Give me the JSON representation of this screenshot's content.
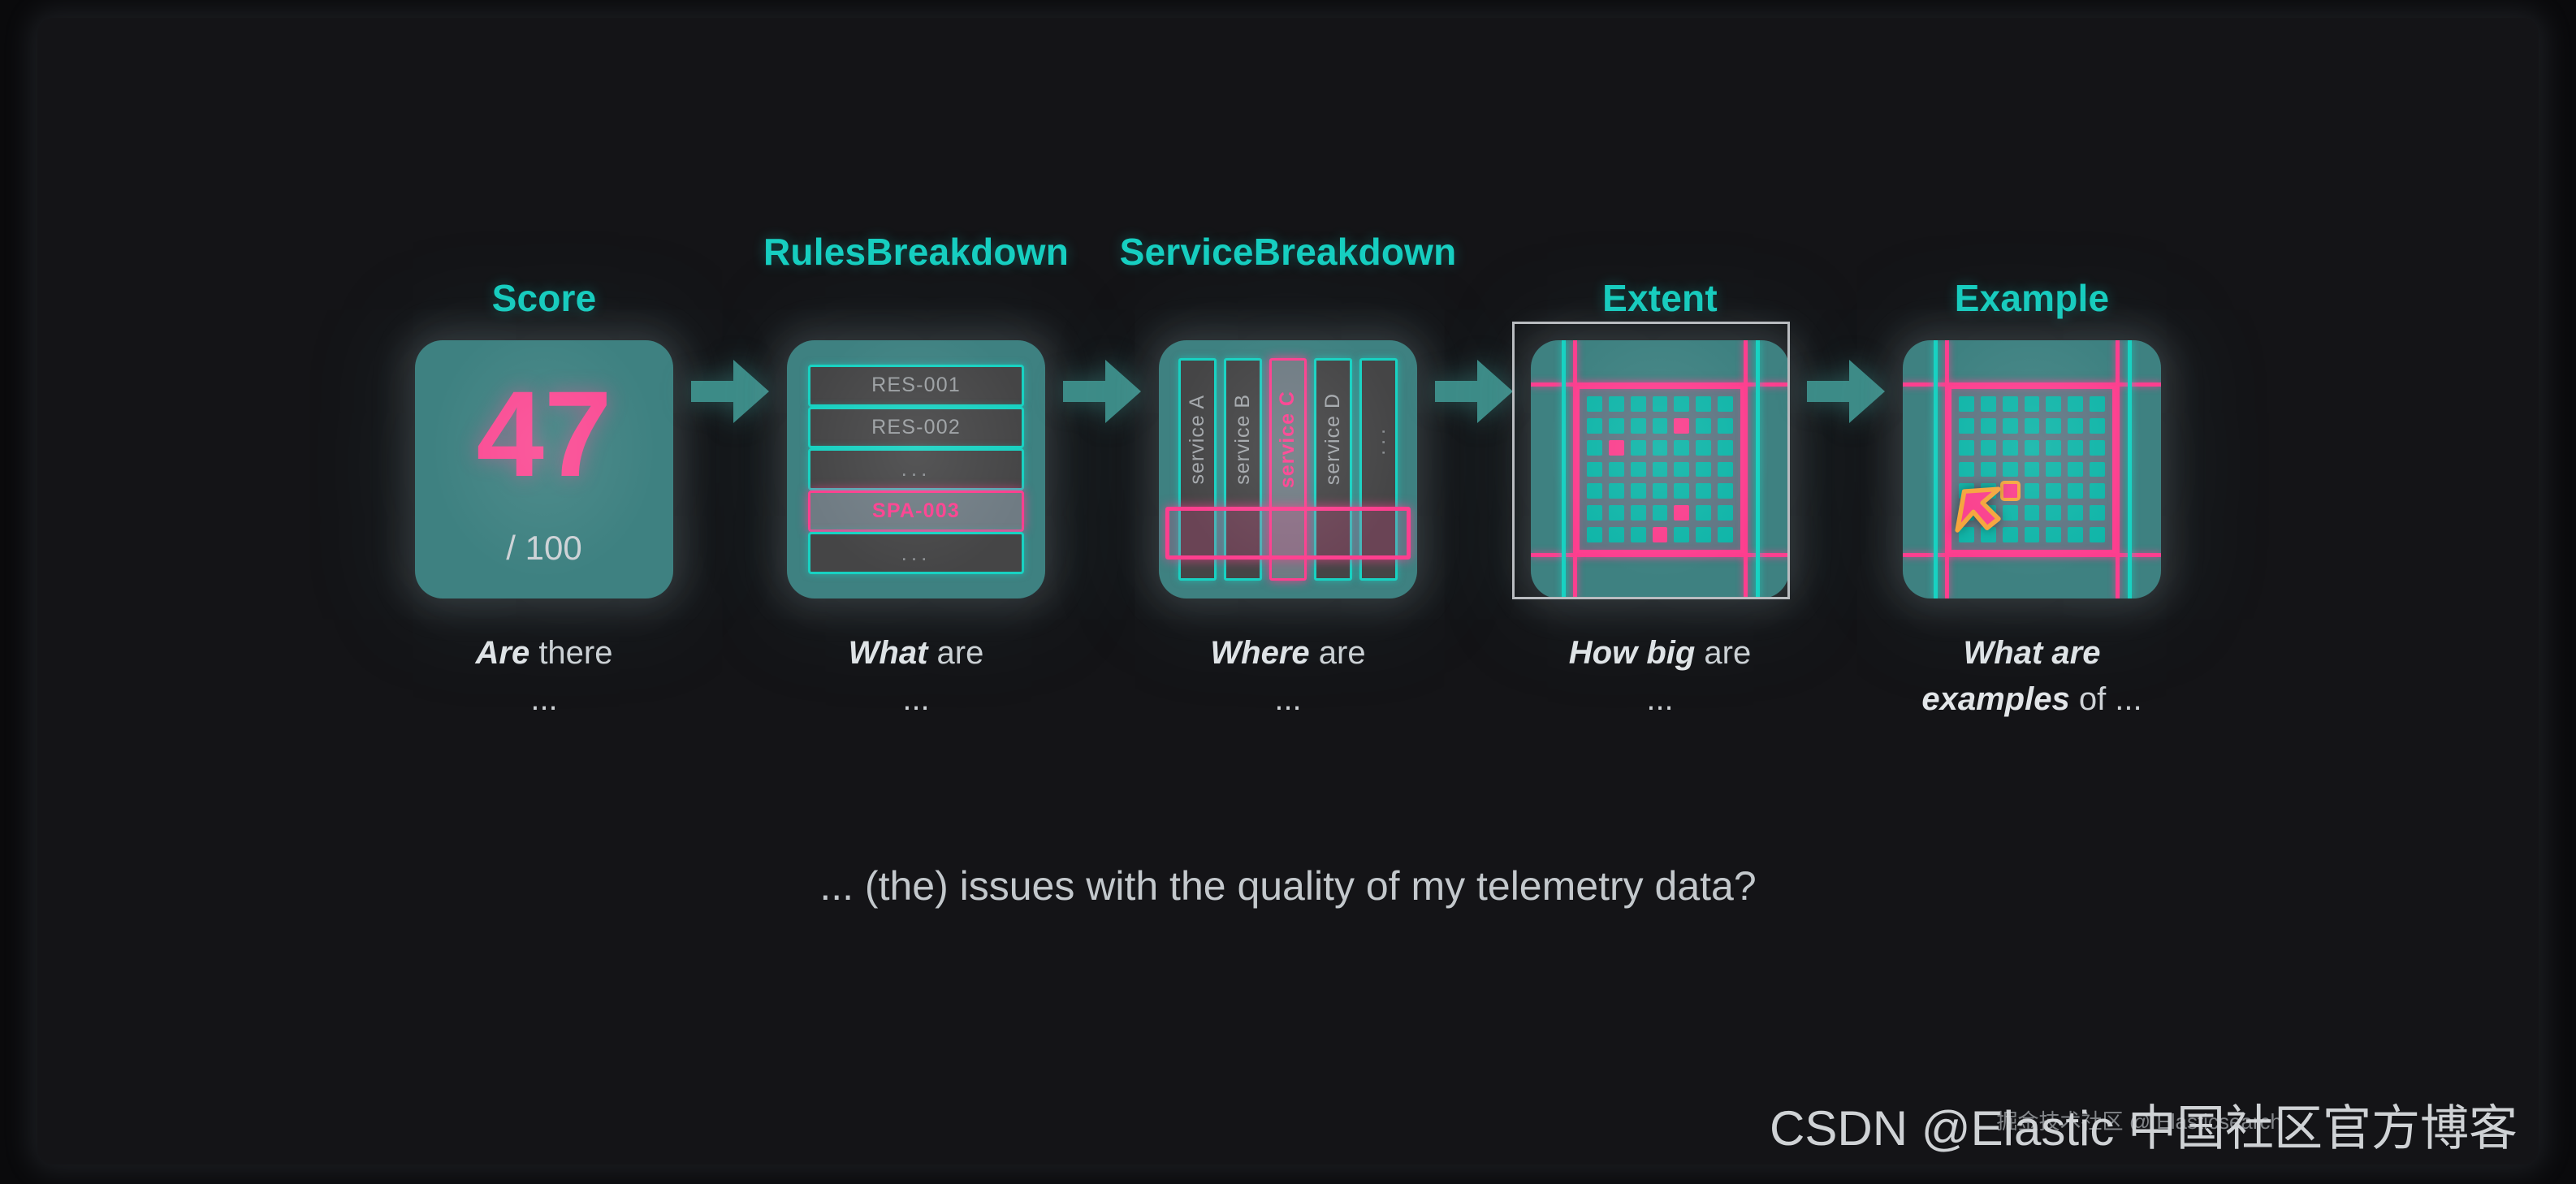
{
  "steps": [
    {
      "title": "Score",
      "title_lines": [
        "Score"
      ],
      "caption_bold": "Are",
      "caption_rest": " there",
      "caption_dots": "...",
      "score": {
        "value": "47",
        "denominator": "/ 100"
      }
    },
    {
      "title": "Rules Breakdown",
      "title_lines": [
        "Rules",
        "Breakdown"
      ],
      "caption_bold": "What",
      "caption_rest": " are",
      "caption_dots": "...",
      "rules": [
        {
          "label": "RES-001",
          "selected": false
        },
        {
          "label": "RES-002",
          "selected": false
        },
        {
          "label": "...",
          "selected": false
        },
        {
          "label": "SPA-003",
          "selected": true
        },
        {
          "label": "...",
          "selected": false
        }
      ]
    },
    {
      "title": "Service Breakdown",
      "title_lines": [
        "Service",
        "Breakdown"
      ],
      "caption_bold": "Where",
      "caption_rest": " are",
      "caption_dots": "...",
      "services": [
        {
          "label": "service A",
          "selected": false
        },
        {
          "label": "service B",
          "selected": false
        },
        {
          "label": "service C",
          "selected": true
        },
        {
          "label": "service D",
          "selected": false
        },
        {
          "label": "...",
          "selected": false
        }
      ]
    },
    {
      "title": "Extent",
      "title_lines": [
        "Extent"
      ],
      "caption_bold": "How big",
      "caption_rest": " are",
      "caption_dots": "...",
      "grid": {
        "rows": 7,
        "cols": 7,
        "hot_cells": [
          [
            1,
            4
          ],
          [
            2,
            1
          ],
          [
            5,
            4
          ],
          [
            6,
            3
          ]
        ],
        "target_cell": null,
        "selection_frame": true,
        "cursor": false
      }
    },
    {
      "title": "Example",
      "title_lines": [
        "Example"
      ],
      "caption_bold": "What are examples",
      "caption_rest": " of ...",
      "caption_dots": "",
      "grid": {
        "rows": 7,
        "cols": 7,
        "hot_cells": [],
        "target_cell": [
          4,
          2
        ],
        "selection_frame": false,
        "cursor": true
      }
    }
  ],
  "bottom_line": "... (the) issues with the quality of my telemetry data?",
  "watermarks": {
    "primary": "CSDN @Elastic 中国社区官方博客",
    "secondary": "掘金技术社区 @ Elasticsearch"
  },
  "colors": {
    "accent_teal": "#17cfc1",
    "tile_teal": "#3e8181",
    "accent_pink": "#fd3f8f",
    "text_light": "#cfd3d7",
    "card_bg": "#141417",
    "page_bg": "#0a0a0c"
  },
  "icons": {
    "arrow": "arrow-right-icon",
    "cursor": "mouse-pointer-icon"
  }
}
